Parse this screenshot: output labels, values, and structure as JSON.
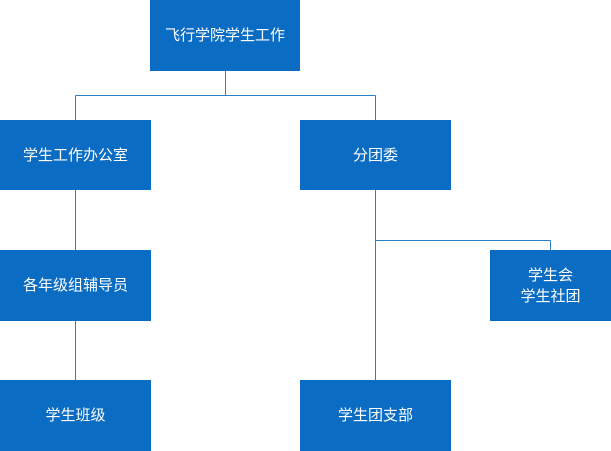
{
  "colors": {
    "node_fill": "#0a6cc2",
    "node_text": "#ffffff",
    "connector": "#2b7fc9",
    "background": "#ffffff"
  },
  "org_chart": {
    "root": {
      "label": "飞行学院学生工作"
    },
    "student_affairs_office": {
      "label": "学生工作办公室"
    },
    "youth_league_committee": {
      "label": "分团委"
    },
    "grade_counselors": {
      "label": "各年级组辅导员"
    },
    "student_union": {
      "label_line1": "学生会",
      "label_line2": "学生社团"
    },
    "student_classes": {
      "label": "学生班级"
    },
    "league_branches": {
      "label": "学生团支部"
    }
  }
}
